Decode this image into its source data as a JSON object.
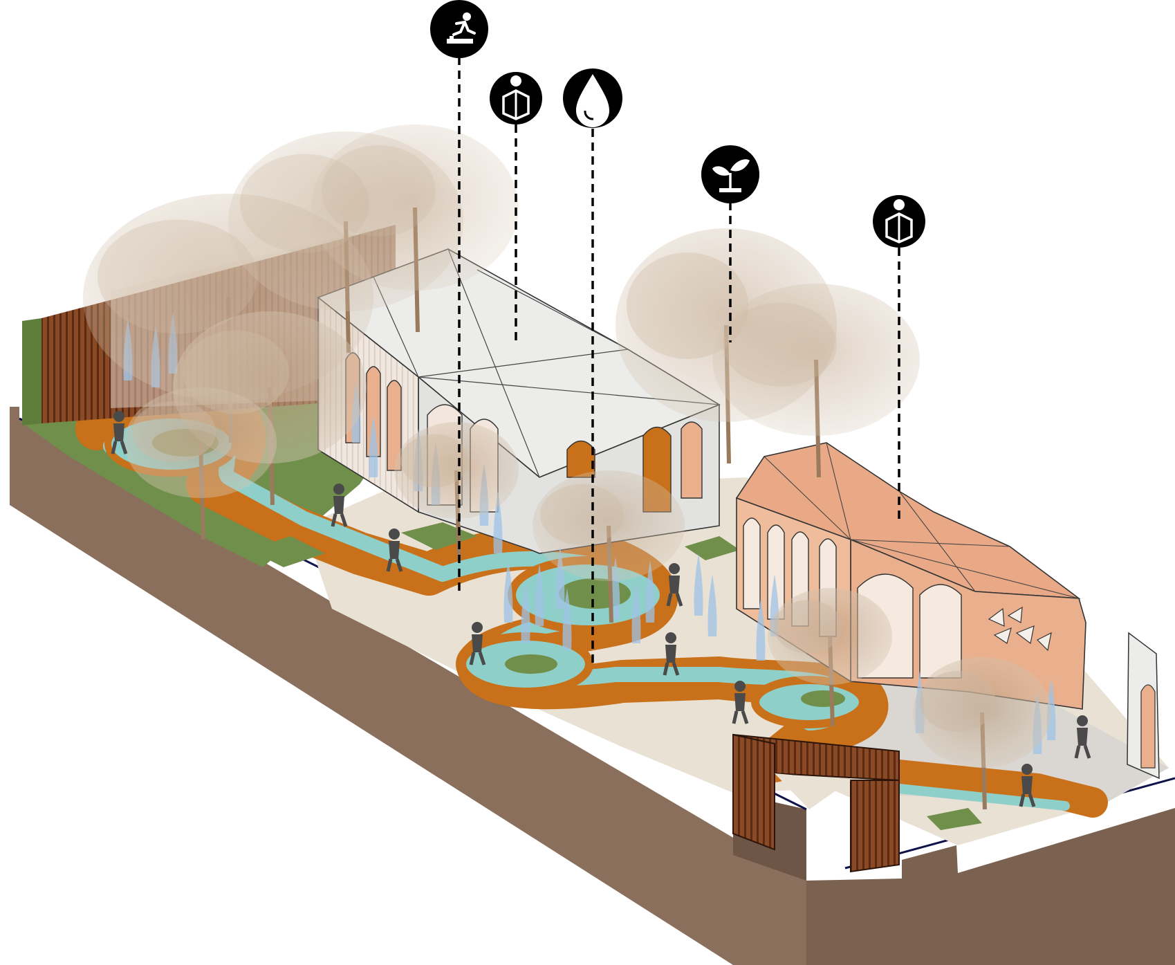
{
  "diagram": {
    "type": "isometric-landscape-axonometric",
    "colors": {
      "soil": "#8a6f5c",
      "soil_dark": "#6e5646",
      "paving": "#e9e1d4",
      "path_orange": "#c9711a",
      "water": "#8fcfc9",
      "grass": "#6f8f4a",
      "pavilion_white": "#e8e8e6",
      "pavilion_peach": "#eab08d",
      "timber": "#7b3f1e",
      "tree_canopy": "#c9b59c",
      "fountain_jet": "#9fc3e6",
      "marker_fill": "#000000",
      "marker_icon": "#ffffff"
    },
    "callouts": [
      {
        "id": "activity",
        "icon": "running-person-icon"
      },
      {
        "id": "education-1",
        "icon": "reading-person-icon"
      },
      {
        "id": "water",
        "icon": "water-drop-icon"
      },
      {
        "id": "planting",
        "icon": "sprout-icon"
      },
      {
        "id": "education-2",
        "icon": "reading-person-icon"
      }
    ]
  }
}
